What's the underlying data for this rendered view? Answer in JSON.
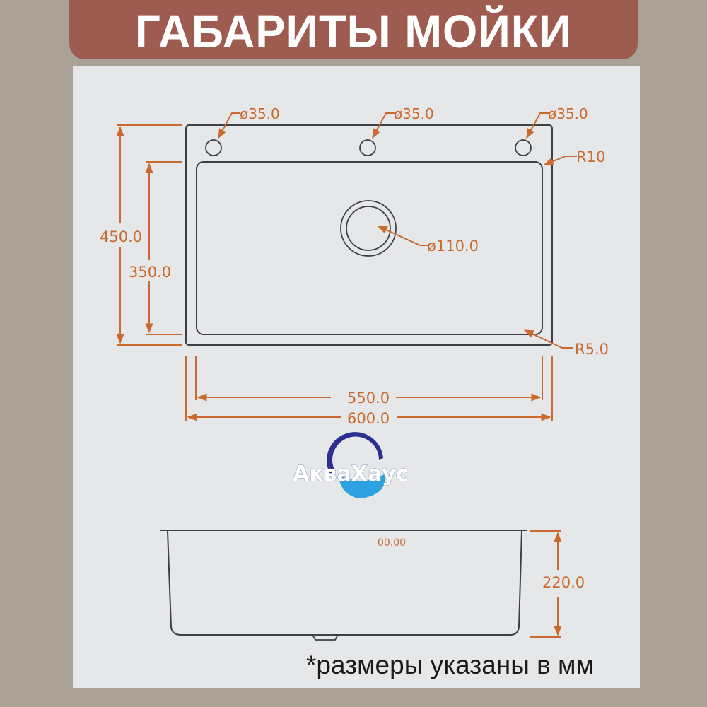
{
  "title": "ГАБАРИТЫ МОЙКИ",
  "colors": {
    "background": "#aaa297",
    "banner": "#9e5b50",
    "panel": "#e6e7e9",
    "outline": "#3d3f44",
    "dimension": "#cb6a2e",
    "logo_dark": "#2c2f8f",
    "logo_light": "#2ea2e0"
  },
  "top_view": {
    "tap_holes": [
      {
        "label": "ø35.0"
      },
      {
        "label": "ø35.0"
      },
      {
        "label": "ø35.0"
      }
    ],
    "outer_corner_radius": "R10",
    "inner_corner_radius": "R5.0",
    "drain": {
      "label": "ø110.0"
    },
    "outer_height": "450.0",
    "inner_height": "350.0",
    "inner_width": "550.0",
    "outer_width": "600.0"
  },
  "logo": {
    "text": "АкваХаус"
  },
  "side_view": {
    "depth": "220.0",
    "marker": "00.00"
  },
  "footnote": "*размеры указаны в мм"
}
